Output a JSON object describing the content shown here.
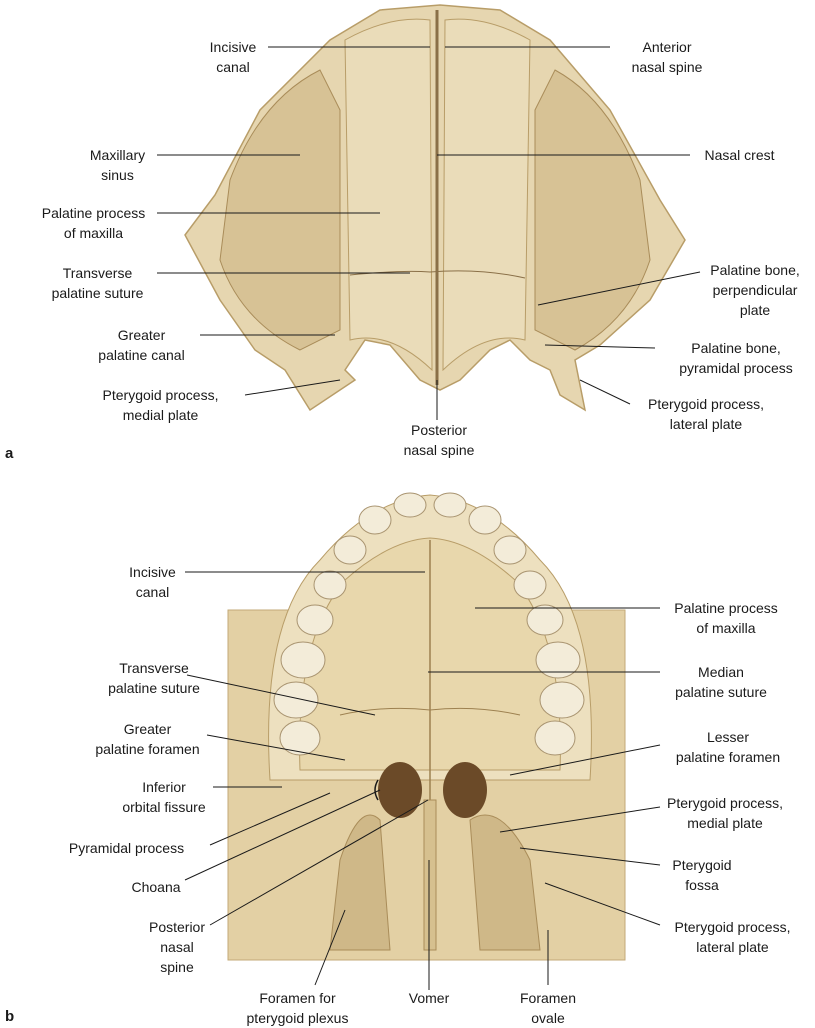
{
  "panels": {
    "a": {
      "letter": "a",
      "labels": [
        {
          "text": "Incisive\ncanal"
        },
        {
          "text": "Anterior\nnasal spine"
        },
        {
          "text": "Maxillary\nsinus"
        },
        {
          "text": "Nasal crest"
        },
        {
          "text": "Palatine process\nof maxilla"
        },
        {
          "text": "Transverse\npalatine suture"
        },
        {
          "text": "Palatine bone,\nperpendicular\nplate"
        },
        {
          "text": "Greater\npalatine canal"
        },
        {
          "text": "Palatine bone,\npyramidal process"
        },
        {
          "text": "Pterygoid process,\nmedial plate"
        },
        {
          "text": "Pterygoid process,\nlateral plate"
        },
        {
          "text": "Posterior\nnasal spine"
        }
      ]
    },
    "b": {
      "letter": "b",
      "labels": [
        {
          "text": "Incisive\ncanal"
        },
        {
          "text": "Palatine process\nof maxilla"
        },
        {
          "text": "Transverse\npalatine suture"
        },
        {
          "text": "Median\npalatine suture"
        },
        {
          "text": "Greater\npalatine foramen"
        },
        {
          "text": "Lesser\npalatine foramen"
        },
        {
          "text": "Inferior\norbital fissure"
        },
        {
          "text": "Pterygoid process,\nmedial plate"
        },
        {
          "text": "Pyramidal process"
        },
        {
          "text": "Pterygoid\nfossa"
        },
        {
          "text": "Choana"
        },
        {
          "text": "Pterygoid process,\nlateral plate"
        },
        {
          "text": "Posterior\nnasal spine"
        },
        {
          "text": "Foramen for\npterygoid plexus"
        },
        {
          "text": "Vomer"
        },
        {
          "text": "Foramen\novale"
        }
      ]
    }
  },
  "colors": {
    "bone": "#e3d3ac",
    "bone_dark": "#b89d68",
    "bone_light": "#f1e7cd",
    "leader": "#1a1a1a"
  }
}
